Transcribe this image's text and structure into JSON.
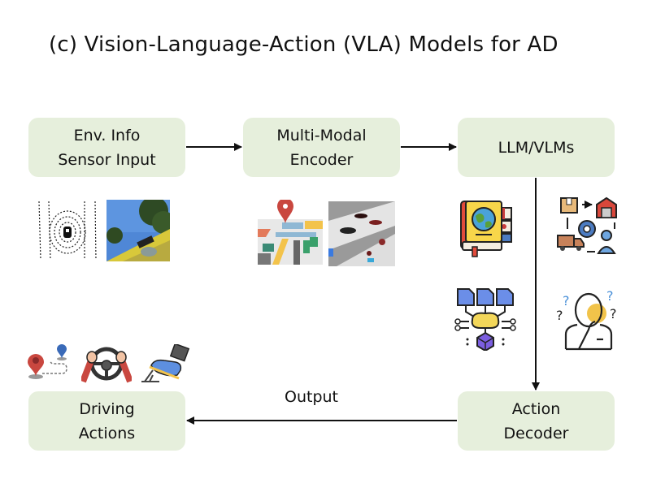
{
  "title": "(c) Vision-Language-Action (VLA) Models for AD",
  "colors": {
    "node_fill": "#e6efdc",
    "arrow": "#111111",
    "text": "#111111"
  },
  "nodes": {
    "env": {
      "label": "Env. Info\nSensor Input"
    },
    "encoder": {
      "label": "Multi-Modal\nEncoder"
    },
    "llm": {
      "label": "LLM/VLMs"
    },
    "decoder": {
      "label": "Action\nDecoder"
    },
    "driving": {
      "label": "Driving\nActions"
    }
  },
  "edges": [
    {
      "from": "env",
      "to": "encoder",
      "label": ""
    },
    {
      "from": "encoder",
      "to": "llm",
      "label": ""
    },
    {
      "from": "llm",
      "to": "decoder",
      "label": ""
    },
    {
      "from": "decoder",
      "to": "driving",
      "label": "Output"
    }
  ],
  "edge_label_output": "Output",
  "icons": {
    "sensor": [
      "lidar-point-cloud-image",
      "camera-street-view-image"
    ],
    "encoder": [
      "map-pin-city-map-icon",
      "bev-feature-map-image"
    ],
    "llm": [
      "world-knowledge-book-icon",
      "logistics-workflow-icon",
      "multi-document-brain-reasoning-icon",
      "thinking-person-question-icon"
    ],
    "driving": [
      "route-waypoints-icon",
      "steering-wheel-hands-icon",
      "foot-pedal-icon"
    ]
  }
}
